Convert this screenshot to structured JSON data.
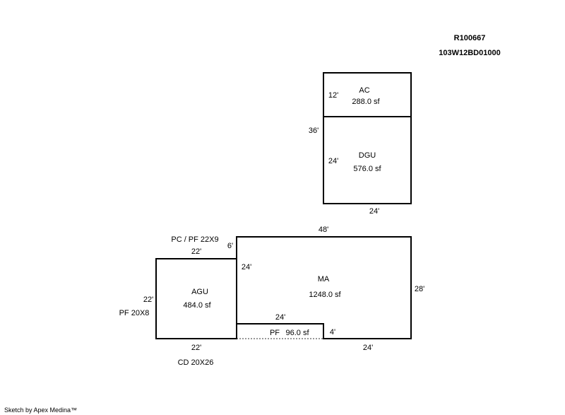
{
  "header": {
    "parcel_id": "R100667",
    "map_number": "103W12BD01000"
  },
  "areas": {
    "ac": {
      "label": "AC",
      "area": "288.0 sf"
    },
    "dgu": {
      "label": "DGU",
      "area": "576.0 sf"
    },
    "agu": {
      "label": "AGU",
      "area": "484.0 sf"
    },
    "ma": {
      "label": "MA",
      "area": "1248.0 sf"
    },
    "pf": {
      "label": "PF",
      "area": "96.0 sf"
    }
  },
  "dimensions": {
    "ac_height": "12'",
    "garage_total_height": "36'",
    "dgu_height": "24'",
    "garage_width": "24'",
    "ma_top": "48'",
    "ma_right": "28'",
    "ma_bottom_right": "24'",
    "ma_left_upper": "6'",
    "ma_left_lower": "24'",
    "agu_top": "22'",
    "agu_left": "22'",
    "agu_bottom": "22'",
    "pf_top": "24'",
    "pf_right": "4'"
  },
  "notes": {
    "pc_pf": "PC / PF  22X9",
    "pf": "PF  20X8",
    "cd": "CD  20X26"
  },
  "footer": {
    "credit": "Sketch by Apex Medina™"
  }
}
